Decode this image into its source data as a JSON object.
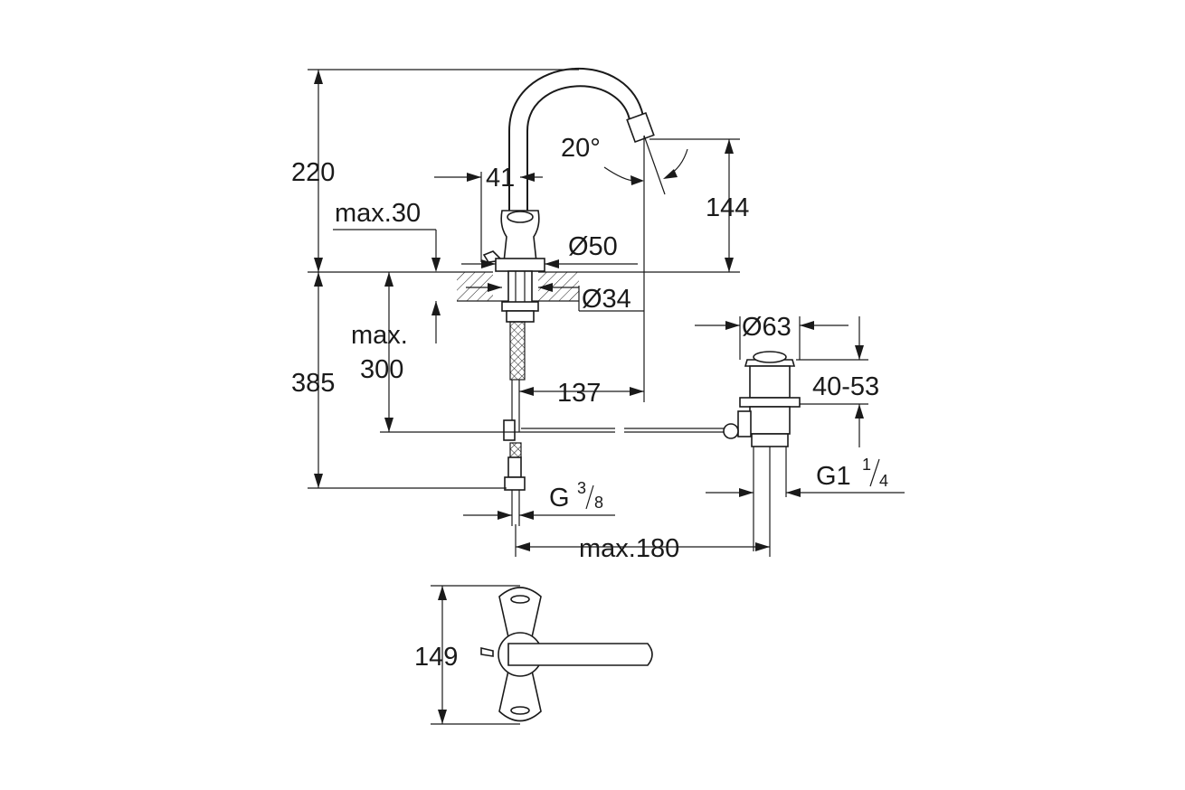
{
  "dimensions": {
    "total_height": "220",
    "handle_clearance": "41",
    "deck_thickness_label": "max.30",
    "angle": "20°",
    "spout_height": "144",
    "base_diameter": "Ø50",
    "hole_diameter": "Ø34",
    "below_deck_line1": "max.",
    "below_deck_line2": "300",
    "below_total": "385",
    "projection": "137",
    "waste_diameter": "Ø63",
    "waste_range": "40-53",
    "waste_thread_main": "G1",
    "waste_thread_num": "1",
    "waste_thread_den": "4",
    "supply_thread_main": "G",
    "supply_thread_num": "3",
    "supply_thread_den": "8",
    "waste_offset": "max.180",
    "plan_depth": "149"
  }
}
